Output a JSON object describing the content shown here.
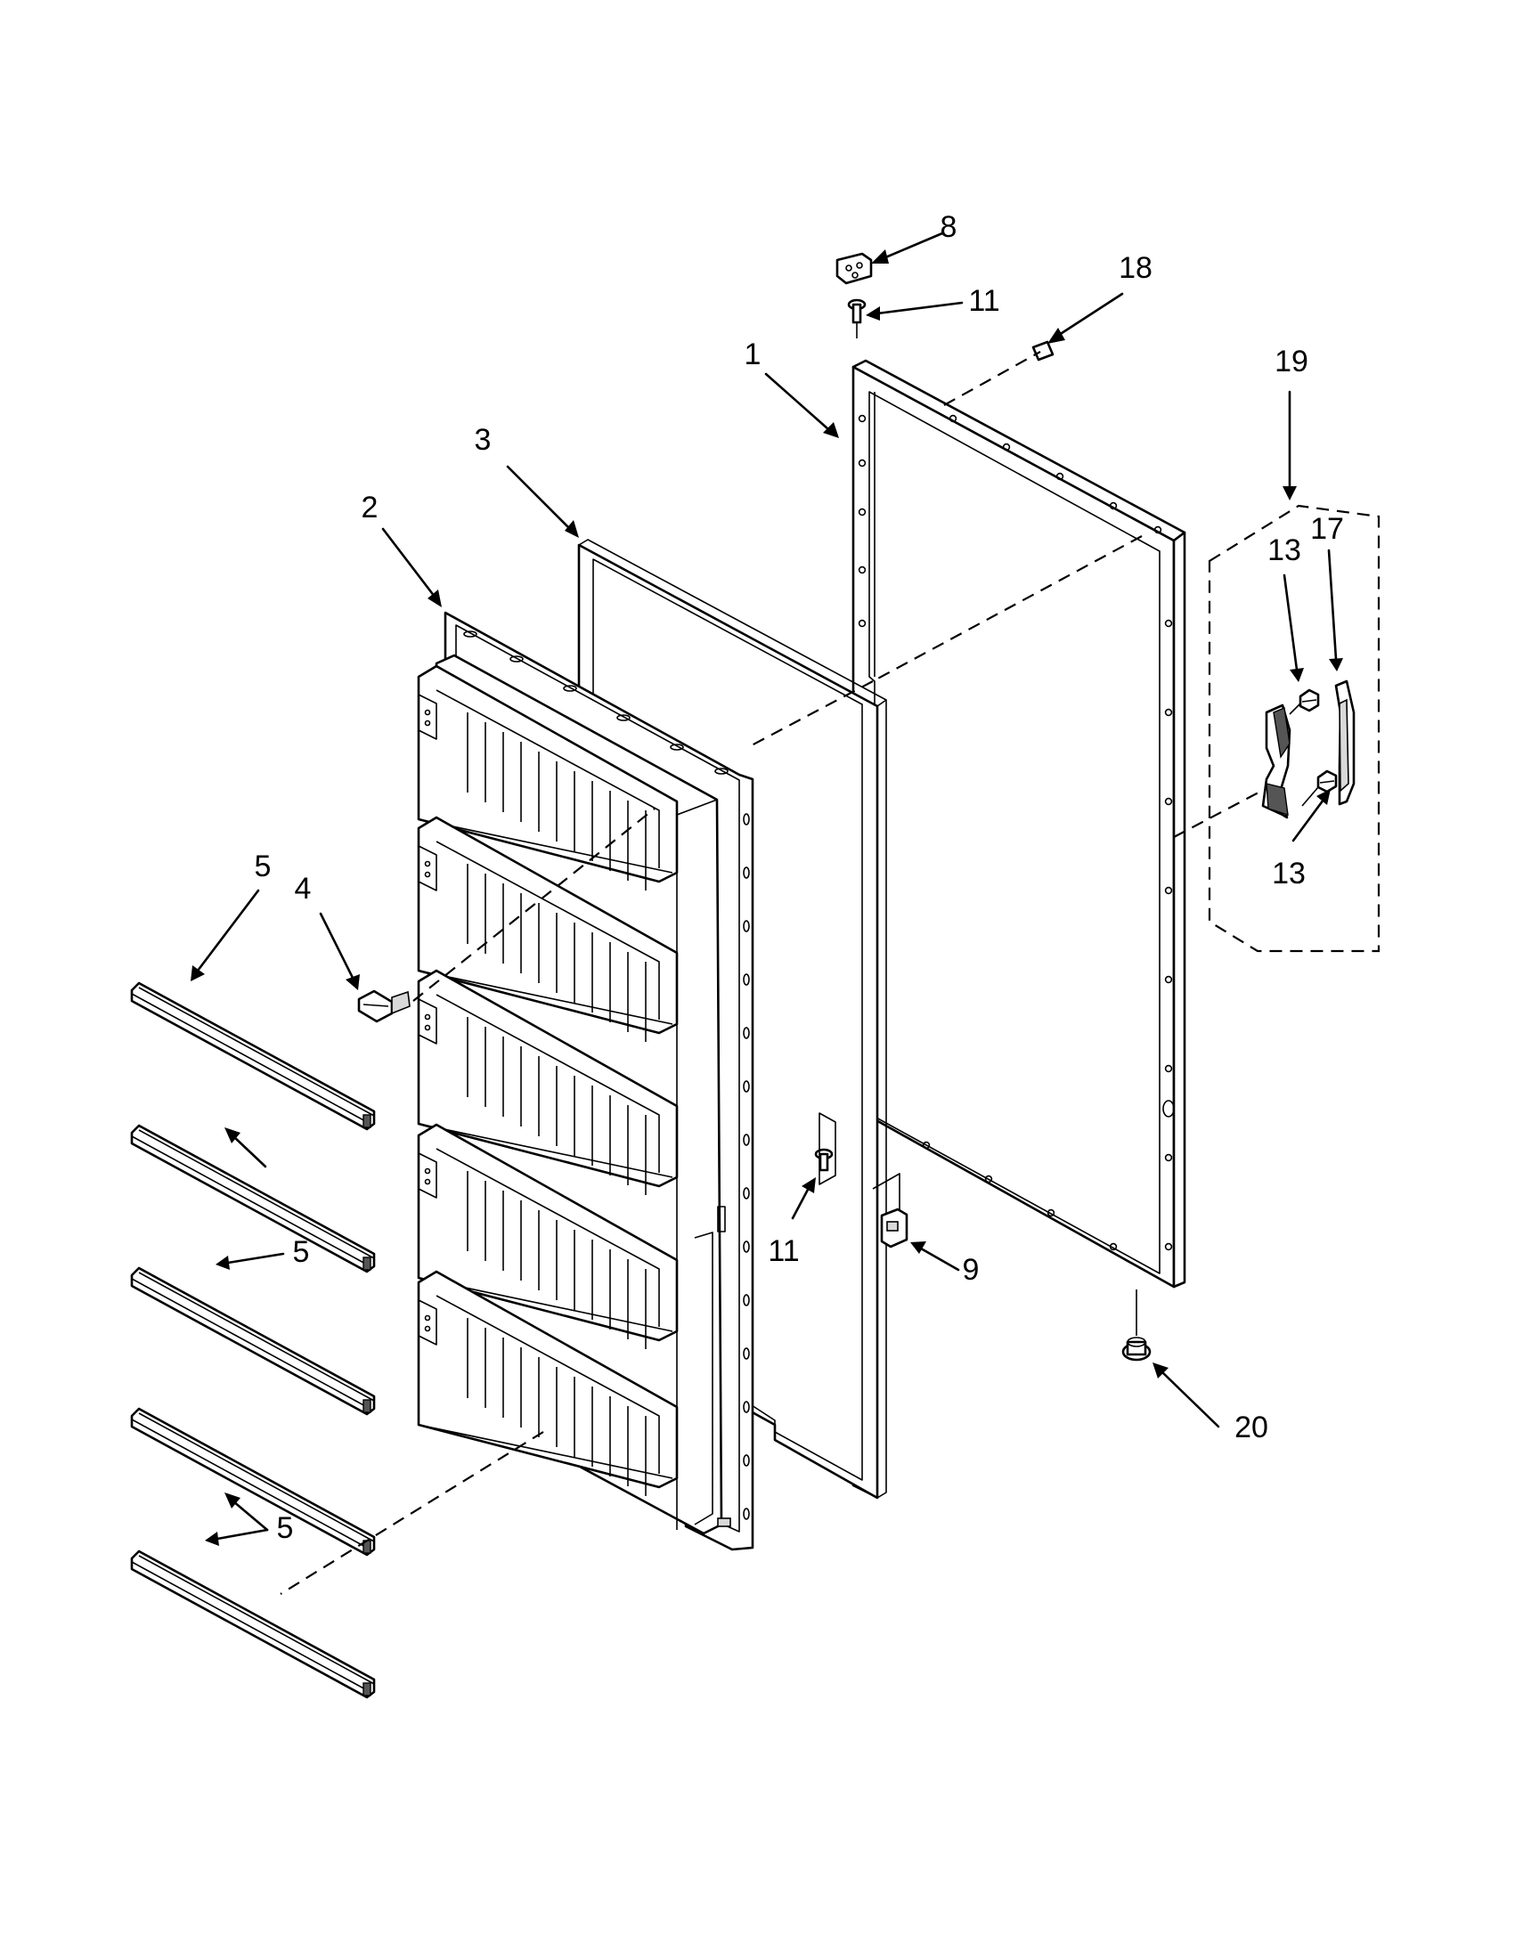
{
  "callouts": [
    {
      "id": "c8",
      "text": "8"
    },
    {
      "id": "c11a",
      "text": "11"
    },
    {
      "id": "c18",
      "text": "18"
    },
    {
      "id": "c1",
      "text": "1"
    },
    {
      "id": "c19",
      "text": "19"
    },
    {
      "id": "c3",
      "text": "3"
    },
    {
      "id": "c2",
      "text": "2"
    },
    {
      "id": "c13a",
      "text": "13"
    },
    {
      "id": "c17",
      "text": "17"
    },
    {
      "id": "c5a",
      "text": "5"
    },
    {
      "id": "c4",
      "text": "4"
    },
    {
      "id": "c13b",
      "text": "13"
    },
    {
      "id": "c11b",
      "text": "11"
    },
    {
      "id": "c9",
      "text": "9"
    },
    {
      "id": "c5b",
      "text": "5"
    },
    {
      "id": "c20",
      "text": "20"
    },
    {
      "id": "c5c",
      "text": "5"
    }
  ]
}
